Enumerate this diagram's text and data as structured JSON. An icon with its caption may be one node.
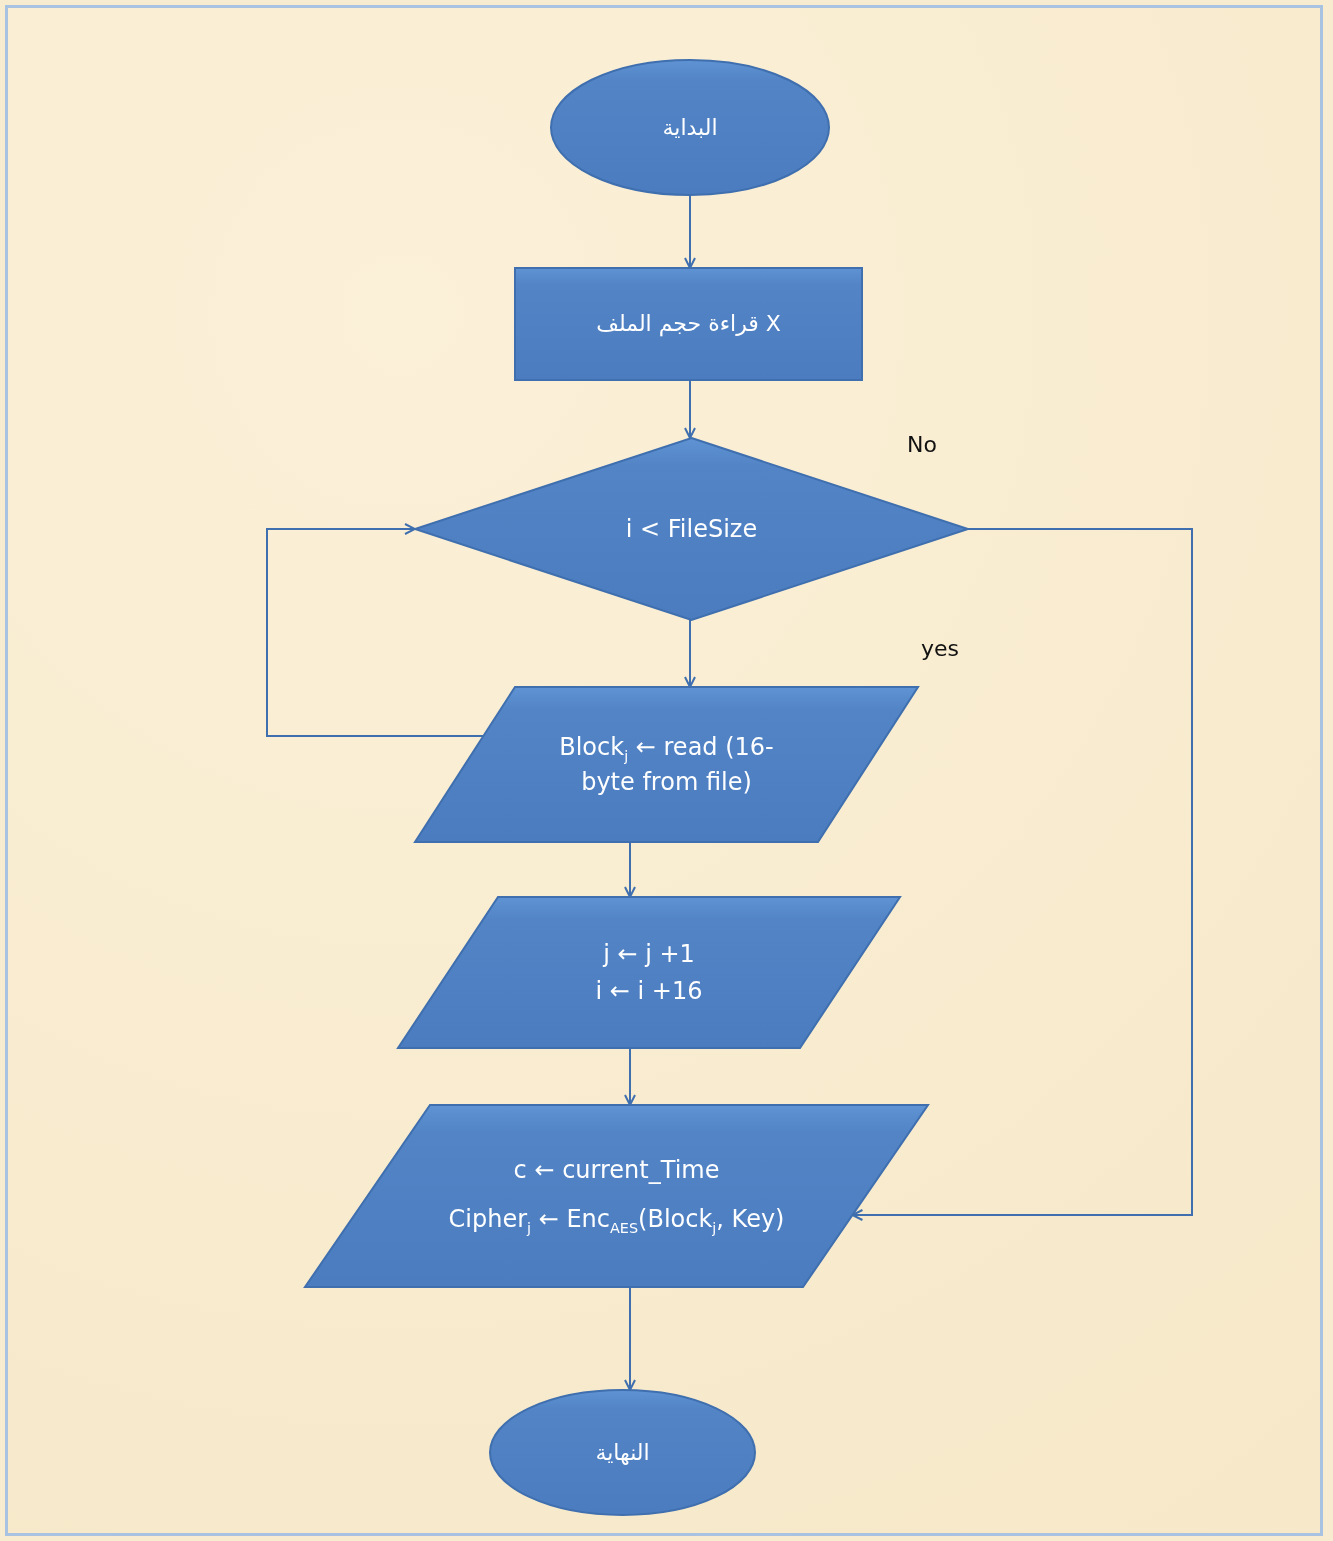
{
  "diagram": {
    "nodes": [
      {
        "text": [
          "البداية"
        ]
      },
      {
        "text": [
          "X قراءة حجم الملف"
        ]
      },
      {
        "text": [
          "i < FileSize"
        ]
      },
      {
        "text": [
          "Block$_{j}$ ← read (16-byte from file)"
        ]
      },
      {
        "text": [
          "j ← j +1",
          "i  ← i +16"
        ]
      },
      {
        "text": [
          "c ← current_Time",
          "Cipher$_{j}$ ← Enc$_{AES}$(Block$_{j}$, Key)"
        ]
      },
      {
        "text": [
          "النهاية"
        ]
      }
    ],
    "edges": [
      {
        "from": 0,
        "to": 1,
        "arrow": "to"
      },
      {
        "from": 1,
        "to": 2,
        "arrow": "to"
      },
      {
        "from": 2,
        "to": 3,
        "arrow": "to"
      },
      {
        "from": 3,
        "to": 2,
        "arrow": "to"
      },
      {
        "from": 3,
        "to": 4,
        "arrow": "to"
      },
      {
        "from": 4,
        "to": 5,
        "arrow": "to"
      },
      {
        "from": 2,
        "to": 5,
        "arrow": "to"
      },
      {
        "from": 5,
        "to": 6,
        "arrow": "to"
      }
    ],
    "labels": [
      "No",
      "yes"
    ]
  }
}
